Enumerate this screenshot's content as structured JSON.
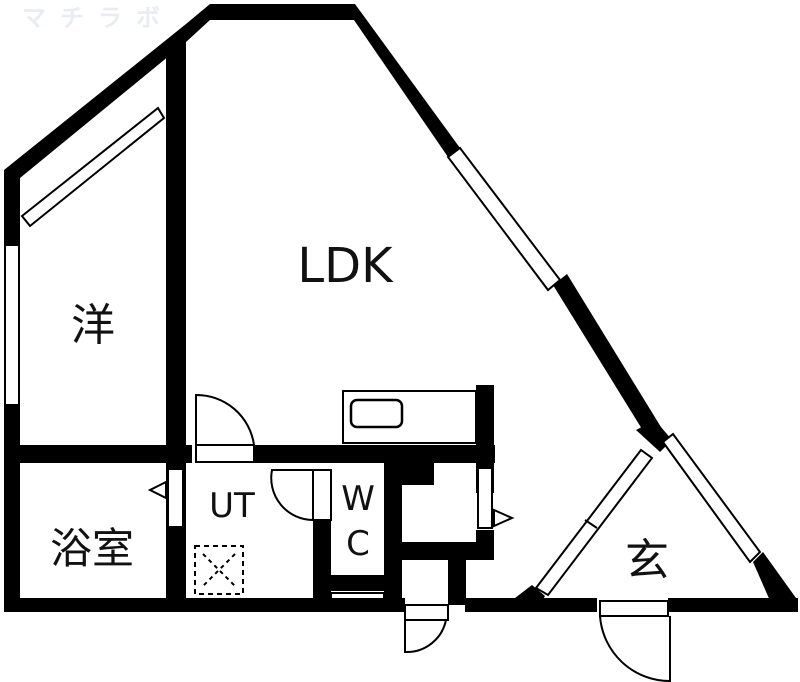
{
  "watermark": "マチラボ",
  "rooms": {
    "ldk": "LDK",
    "western_room": "洋",
    "bathroom": "浴室",
    "utility": "UT",
    "wc_w": "W",
    "wc_c": "C",
    "entrance": "玄"
  },
  "colors": {
    "wall": "#000000",
    "background": "#ffffff",
    "watermark": "#e9ecf3"
  }
}
